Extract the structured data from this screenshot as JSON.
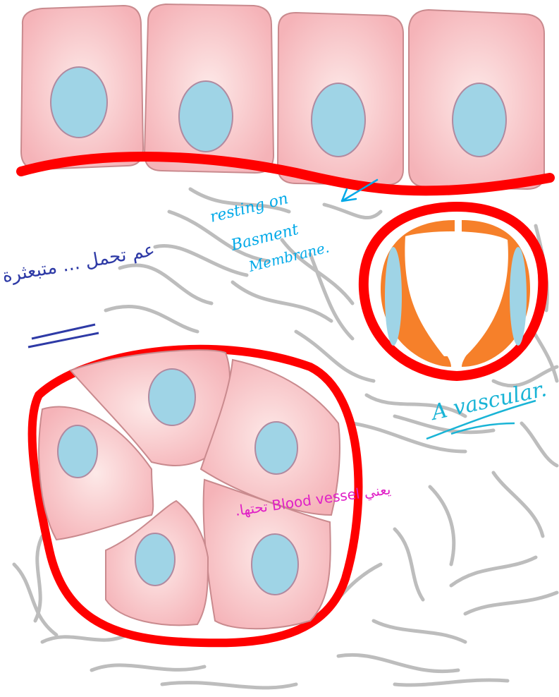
{
  "annotations": {
    "resting_line1": "resting on",
    "resting_line2": "Basment",
    "resting_line3": "Membrane.",
    "avascular": "A vascular.",
    "blood_vessel": "يعني Blood vessel تحتها.",
    "arabic_note": "عم تحمل ... متبعثرة"
  },
  "colors": {
    "cell_fill": "#f7c4c6",
    "cell_stroke": "#c98a8e",
    "nucleus_fill": "#9fd4e6",
    "nucleus_stroke": "#b08aa0",
    "basement_membrane": "#ff0000",
    "fiber": "#b5b5b5",
    "vessel_wall": "#f6802a",
    "ink_blue": "#00a9e8",
    "ink_cyan": "#19b4d6",
    "ink_magenta": "#e021c6",
    "ink_navy": "#2e3aa6"
  }
}
